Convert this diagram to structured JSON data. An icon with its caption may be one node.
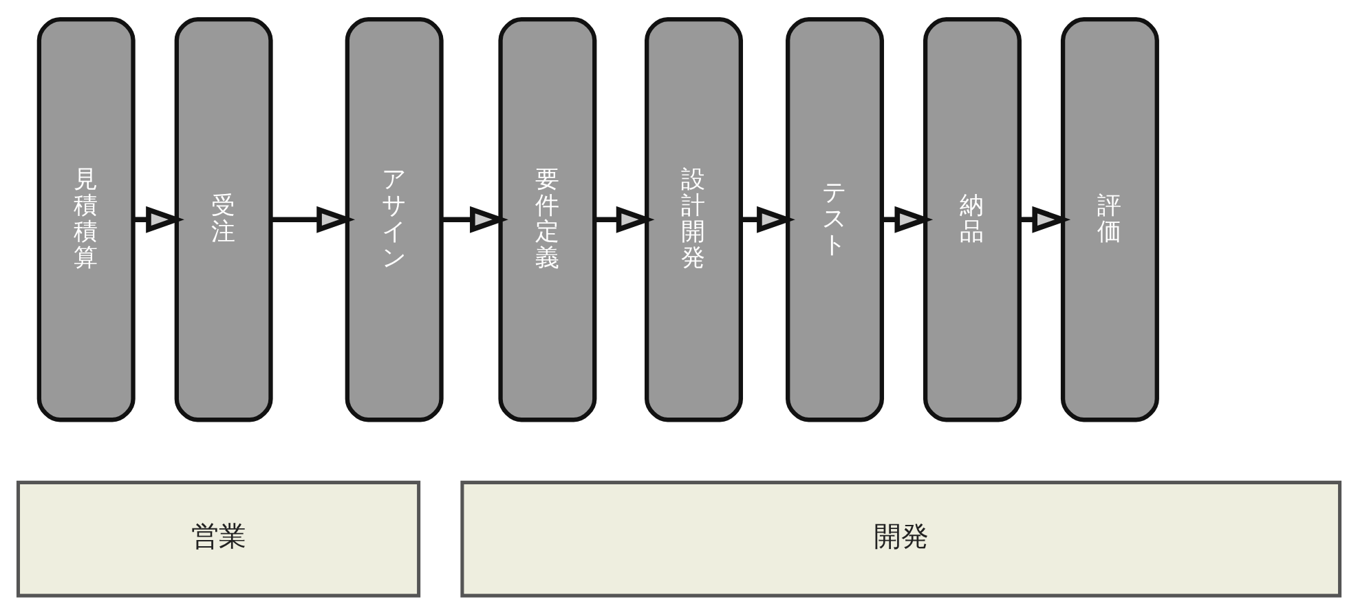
{
  "diagram": {
    "nodes": [
      {
        "text": [
          "見積積算"
        ]
      },
      {
        "text": [
          "受注"
        ]
      },
      {
        "text": [
          "アサイン"
        ]
      },
      {
        "text": [
          "要件定義"
        ]
      },
      {
        "text": [
          "設計開発"
        ]
      },
      {
        "text": [
          "テスト"
        ]
      },
      {
        "text": [
          "納品"
        ]
      },
      {
        "text": [
          "評価"
        ]
      },
      {
        "text": [
          "営業"
        ]
      },
      {
        "text": [
          "開発"
        ]
      }
    ],
    "edges": [
      {
        "from": 0,
        "to": 1,
        "arrow": "to"
      },
      {
        "from": 1,
        "to": 2,
        "arrow": "to"
      },
      {
        "from": 2,
        "to": 3,
        "arrow": "to"
      },
      {
        "from": 3,
        "to": 4,
        "arrow": "to"
      },
      {
        "from": 4,
        "to": 5,
        "arrow": "to"
      },
      {
        "from": 5,
        "to": 6,
        "arrow": "to"
      },
      {
        "from": 6,
        "to": 7,
        "arrow": "to"
      }
    ]
  }
}
